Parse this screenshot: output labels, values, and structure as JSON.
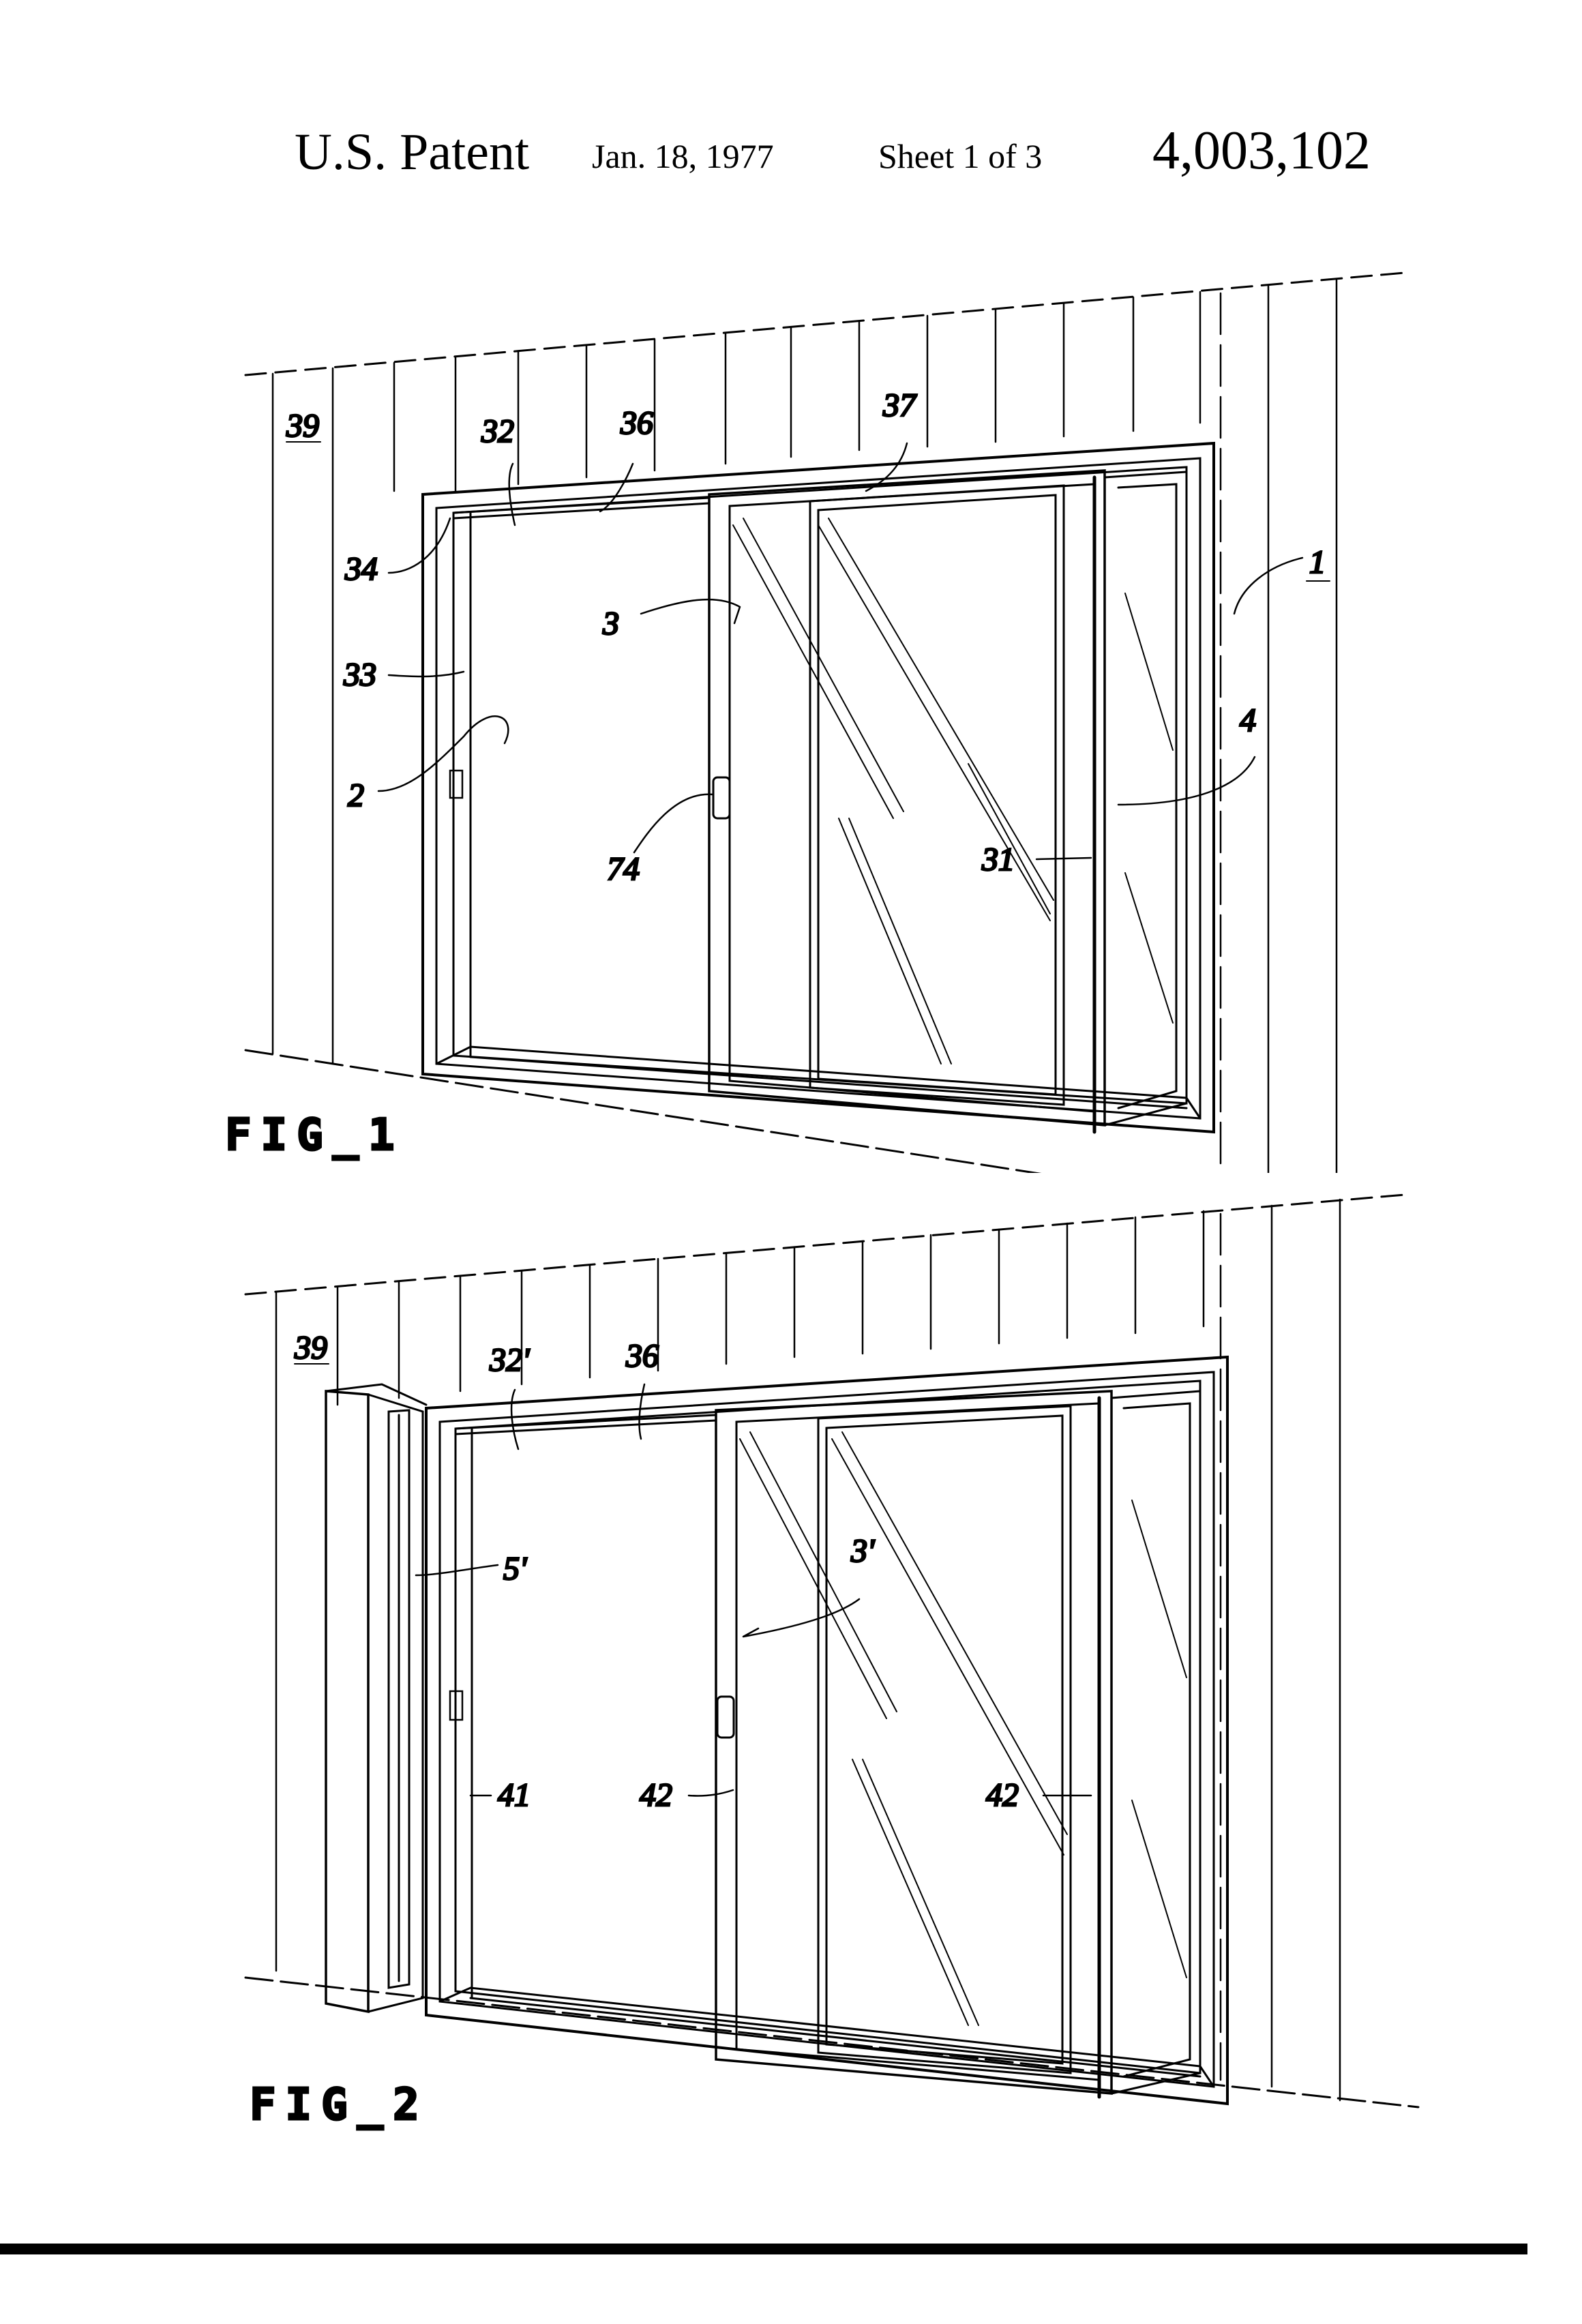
{
  "header": {
    "title": "U.S. Patent",
    "date": "Jan. 18, 1977",
    "sheet": "Sheet 1 of 3",
    "patent_number": "4,003,102"
  },
  "fig1": {
    "label": "FIG_1",
    "refs": {
      "r39": "39",
      "r32": "32",
      "r36": "36",
      "r37": "37",
      "r34": "34",
      "r1": "1",
      "r3": "3",
      "r33": "33",
      "r4": "4",
      "r2": "2",
      "r74": "74",
      "r31": "31"
    }
  },
  "fig2": {
    "label": "FIG_2",
    "refs": {
      "r39": "39",
      "r32p": "32'",
      "r36": "36",
      "r5p": "5'",
      "r3p": "3'",
      "r41": "41",
      "r42a": "42",
      "r42b": "42"
    }
  }
}
